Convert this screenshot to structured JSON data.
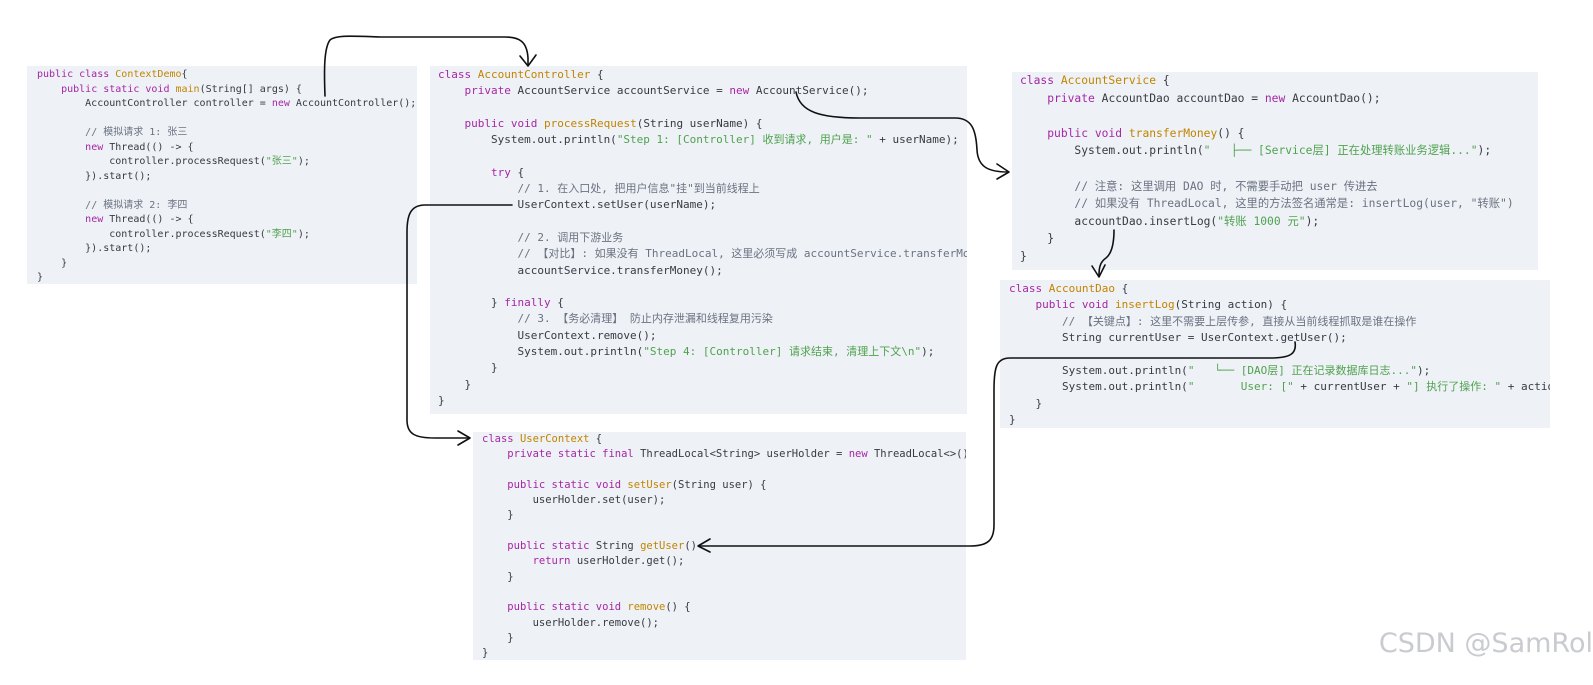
{
  "panels": {
    "context_demo": [
      [
        [
          "kw",
          "public class "
        ],
        [
          "ty",
          "ContextDemo"
        ],
        [
          "",
          "{"
        ]
      ],
      [
        [
          "",
          "    "
        ],
        [
          "kw",
          "public static void "
        ],
        [
          "fn",
          "main"
        ],
        [
          "",
          "(String[] args) {"
        ]
      ],
      [
        [
          "",
          "        AccountController controller = "
        ],
        [
          "kw",
          "new "
        ],
        [
          "",
          "AccountController();"
        ]
      ],
      [
        [
          "",
          ""
        ]
      ],
      [
        [
          "",
          "        "
        ],
        [
          "cm",
          "// 模拟请求 1: 张三"
        ]
      ],
      [
        [
          "",
          "        "
        ],
        [
          "kw",
          "new "
        ],
        [
          "",
          "Thread(() -> {"
        ]
      ],
      [
        [
          "",
          "            controller.processRequest("
        ],
        [
          "st",
          "\"张三\""
        ],
        [
          "",
          ");"
        ]
      ],
      [
        [
          "",
          "        }).start();"
        ]
      ],
      [
        [
          "",
          ""
        ]
      ],
      [
        [
          "",
          "        "
        ],
        [
          "cm",
          "// 模拟请求 2: 李四"
        ]
      ],
      [
        [
          "",
          "        "
        ],
        [
          "kw",
          "new "
        ],
        [
          "",
          "Thread(() -> {"
        ]
      ],
      [
        [
          "",
          "            controller.processRequest("
        ],
        [
          "st",
          "\"李四\""
        ],
        [
          "",
          ");"
        ]
      ],
      [
        [
          "",
          "        }).start();"
        ]
      ],
      [
        [
          "",
          "    }"
        ]
      ],
      [
        [
          "",
          "}"
        ]
      ]
    ],
    "account_controller": [
      [
        [
          "kw",
          "class "
        ],
        [
          "ty",
          "AccountController "
        ],
        [
          "",
          "{"
        ]
      ],
      [
        [
          "",
          "    "
        ],
        [
          "kw",
          "private "
        ],
        [
          "",
          "AccountService accountService = "
        ],
        [
          "kw",
          "new "
        ],
        [
          "",
          "AccountService();"
        ]
      ],
      [
        [
          "",
          ""
        ]
      ],
      [
        [
          "",
          "    "
        ],
        [
          "kw",
          "public void "
        ],
        [
          "fn",
          "processRequest"
        ],
        [
          "",
          "(String userName) {"
        ]
      ],
      [
        [
          "",
          "        System.out.println("
        ],
        [
          "st",
          "\"Step 1: [Controller] 收到请求, 用户是: \""
        ],
        [
          "",
          " + userName);"
        ]
      ],
      [
        [
          "",
          ""
        ]
      ],
      [
        [
          "",
          "        "
        ],
        [
          "kw",
          "try "
        ],
        [
          "",
          "{"
        ]
      ],
      [
        [
          "",
          "            "
        ],
        [
          "cm",
          "// 1. 在入口处, 把用户信息\"挂\"到当前线程上"
        ]
      ],
      [
        [
          "",
          "            UserContext.setUser(userName);"
        ]
      ],
      [
        [
          "",
          ""
        ]
      ],
      [
        [
          "",
          "            "
        ],
        [
          "cm",
          "// 2. 调用下游业务"
        ]
      ],
      [
        [
          "",
          "            "
        ],
        [
          "cm",
          "// 【对比】: 如果没有 ThreadLocal, 这里必须写成 accountService.transferMoney(userName)"
        ]
      ],
      [
        [
          "",
          "            accountService.transferMoney();"
        ]
      ],
      [
        [
          "",
          ""
        ]
      ],
      [
        [
          "",
          "        } "
        ],
        [
          "kw",
          "finally "
        ],
        [
          "",
          "{"
        ]
      ],
      [
        [
          "",
          "            "
        ],
        [
          "cm",
          "// 3. 【务必清理】 防止内存泄漏和线程复用污染"
        ]
      ],
      [
        [
          "",
          "            UserContext.remove();"
        ]
      ],
      [
        [
          "",
          "            System.out.println("
        ],
        [
          "st",
          "\"Step 4: [Controller] 请求结束, 清理上下文\\n\""
        ],
        [
          "",
          ");"
        ]
      ],
      [
        [
          "",
          "        }"
        ]
      ],
      [
        [
          "",
          "    }"
        ]
      ],
      [
        [
          "",
          "}"
        ]
      ]
    ],
    "account_service": [
      [
        [
          "kw",
          "class "
        ],
        [
          "ty",
          "AccountService "
        ],
        [
          "",
          "{"
        ]
      ],
      [
        [
          "",
          "    "
        ],
        [
          "kw",
          "private "
        ],
        [
          "",
          "AccountDao accountDao = "
        ],
        [
          "kw",
          "new "
        ],
        [
          "",
          "AccountDao();"
        ]
      ],
      [
        [
          "",
          ""
        ]
      ],
      [
        [
          "",
          "    "
        ],
        [
          "kw",
          "public void "
        ],
        [
          "fn",
          "transferMoney"
        ],
        [
          "",
          "() {"
        ]
      ],
      [
        [
          "",
          "        System.out.println("
        ],
        [
          "st",
          "\"   ├── [Service层] 正在处理转账业务逻辑...\""
        ],
        [
          "",
          ");"
        ]
      ],
      [
        [
          "",
          ""
        ]
      ],
      [
        [
          "",
          "        "
        ],
        [
          "cm",
          "// 注意: 这里调用 DAO 时, 不需要手动把 user 传进去"
        ]
      ],
      [
        [
          "",
          "        "
        ],
        [
          "cm",
          "// 如果没有 ThreadLocal, 这里的方法签名通常是: insertLog(user, \"转账\")"
        ]
      ],
      [
        [
          "",
          "        accountDao.insertLog("
        ],
        [
          "st",
          "\"转账 1000 元\""
        ],
        [
          "",
          ");"
        ]
      ],
      [
        [
          "",
          "    }"
        ]
      ],
      [
        [
          "",
          "}"
        ]
      ]
    ],
    "account_dao": [
      [
        [
          "kw",
          "class "
        ],
        [
          "ty",
          "AccountDao "
        ],
        [
          "",
          "{"
        ]
      ],
      [
        [
          "",
          "    "
        ],
        [
          "kw",
          "public void "
        ],
        [
          "fn",
          "insertLog"
        ],
        [
          "",
          "(String action) {"
        ]
      ],
      [
        [
          "",
          "        "
        ],
        [
          "cm",
          "// 【关键点】: 这里不需要上层传参, 直接从当前线程抓取是谁在操作"
        ]
      ],
      [
        [
          "",
          "        String currentUser = UserContext.getUser();"
        ]
      ],
      [
        [
          "",
          ""
        ]
      ],
      [
        [
          "",
          "        System.out.println("
        ],
        [
          "st",
          "\"   └── [DAO层] 正在记录数据库日志...\""
        ],
        [
          "",
          ");"
        ]
      ],
      [
        [
          "",
          "        System.out.println("
        ],
        [
          "st",
          "\"       User: [\""
        ],
        [
          "",
          " + currentUser + "
        ],
        [
          "st",
          "\"] 执行了操作: \""
        ],
        [
          "",
          " + action);"
        ]
      ],
      [
        [
          "",
          "    }"
        ]
      ],
      [
        [
          "",
          "}"
        ]
      ]
    ],
    "user_context": [
      [
        [
          "kw",
          "class "
        ],
        [
          "ty",
          "UserContext "
        ],
        [
          "",
          "{"
        ]
      ],
      [
        [
          "",
          "    "
        ],
        [
          "kw",
          "private static final "
        ],
        [
          "",
          "ThreadLocal<String> userHolder = "
        ],
        [
          "kw",
          "new "
        ],
        [
          "",
          "ThreadLocal<>();"
        ]
      ],
      [
        [
          "",
          ""
        ]
      ],
      [
        [
          "",
          "    "
        ],
        [
          "kw",
          "public static void "
        ],
        [
          "fn",
          "setUser"
        ],
        [
          "",
          "(String user) {"
        ]
      ],
      [
        [
          "",
          "        userHolder.set(user);"
        ]
      ],
      [
        [
          "",
          "    }"
        ]
      ],
      [
        [
          "",
          ""
        ]
      ],
      [
        [
          "",
          "    "
        ],
        [
          "kw",
          "public static "
        ],
        [
          "",
          "String "
        ],
        [
          "fn",
          "getUser"
        ],
        [
          "",
          "()"
        ]
      ],
      [
        [
          "",
          "        "
        ],
        [
          "kw",
          "return "
        ],
        [
          "",
          "userHolder.get();"
        ]
      ],
      [
        [
          "",
          "    }"
        ]
      ],
      [
        [
          "",
          ""
        ]
      ],
      [
        [
          "",
          "    "
        ],
        [
          "kw",
          "public static void "
        ],
        [
          "fn",
          "remove"
        ],
        [
          "",
          "() {"
        ]
      ],
      [
        [
          "",
          "        userHolder.remove();"
        ]
      ],
      [
        [
          "",
          "    }"
        ]
      ],
      [
        [
          "",
          "}"
        ]
      ]
    ]
  },
  "watermark": "CSDN @SamRol"
}
